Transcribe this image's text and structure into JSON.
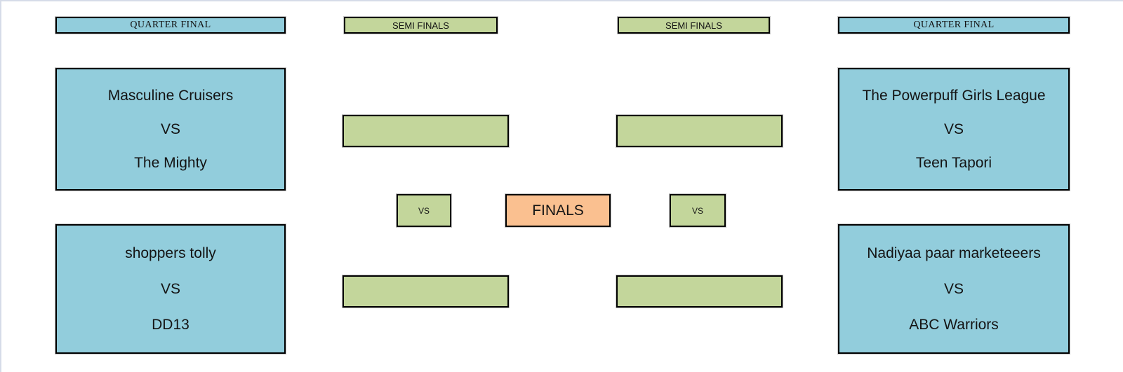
{
  "colors": {
    "quarter_final_fill": "#92CDDC",
    "semi_final_fill": "#C3D69B",
    "finals_fill": "#FAC090",
    "box_border": "#000000",
    "frame_border": "#D6DCE8"
  },
  "bracket": {
    "left_quarter": {
      "header": "QUARTER FINAL",
      "matches": [
        {
          "team1": "Masculine Cruisers",
          "vs": "VS",
          "team2": "The Mighty"
        },
        {
          "team1": "shoppers tolly",
          "vs": "VS",
          "team2": "DD13"
        }
      ]
    },
    "left_semi": {
      "header": "SEMI FINALS",
      "vs": "VS"
    },
    "finals": {
      "label": "FINALS"
    },
    "right_semi": {
      "header": "SEMI FINALS",
      "vs": "VS"
    },
    "right_quarter": {
      "header": "QUARTER FINAL",
      "matches": [
        {
          "team1": "The Powerpuff Girls League",
          "vs": "VS",
          "team2": "Teen Tapori"
        },
        {
          "team1": "Nadiyaa paar marketeeers",
          "vs": "VS",
          "team2": "ABC Warriors"
        }
      ]
    }
  }
}
